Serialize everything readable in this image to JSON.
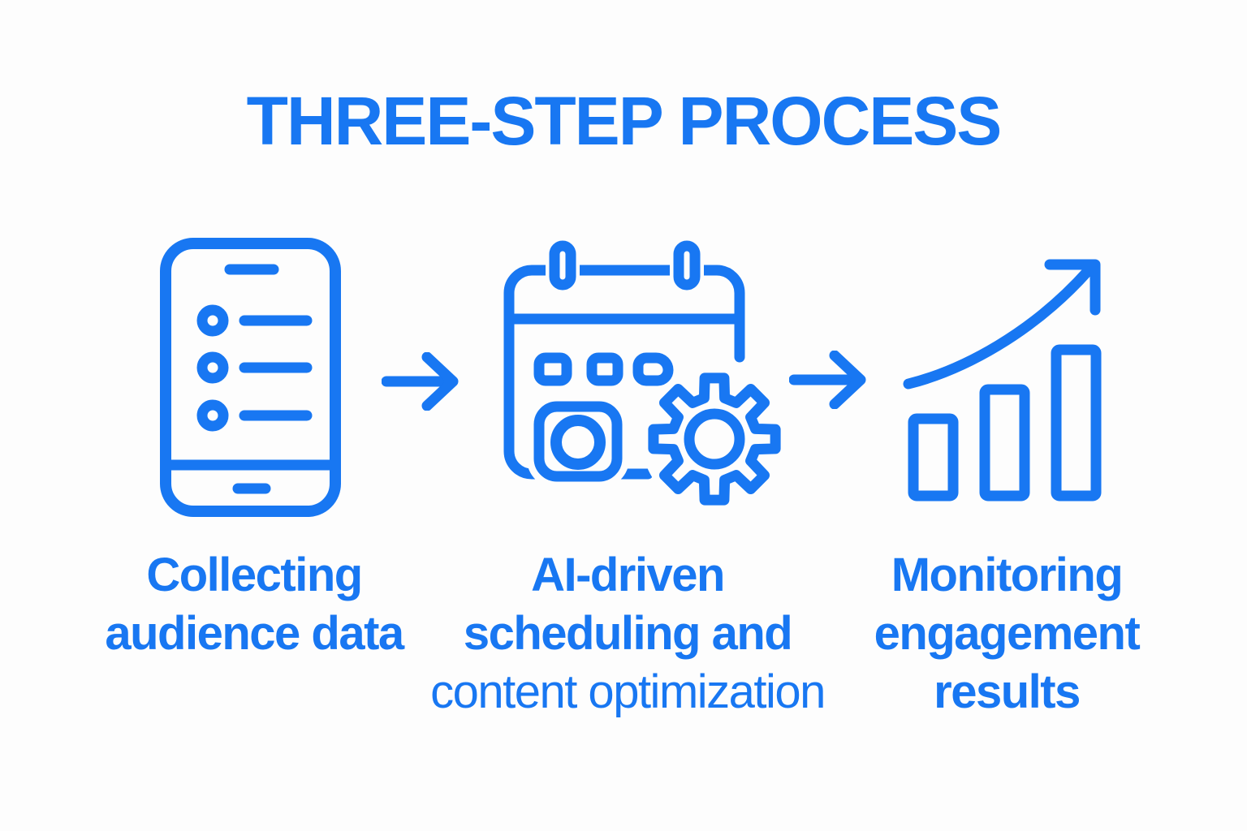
{
  "title": "THREE-STEP PROCESS",
  "colors": {
    "accent": "#1877F2",
    "background": "#FDFDFD"
  },
  "steps": [
    {
      "icon": "smartphone-audience-list-icon",
      "lines": [
        "Collecting",
        "audience data"
      ]
    },
    {
      "icon": "calendar-gear-icon",
      "lines": [
        "AI-driven",
        "scheduling and"
      ],
      "sub_line": "content optimization"
    },
    {
      "icon": "growth-bar-chart-icon",
      "lines": [
        "Monitoring",
        "engagement",
        "results"
      ]
    }
  ],
  "connectors": [
    {
      "icon": "right-arrow-icon"
    },
    {
      "icon": "right-arrow-icon"
    }
  ]
}
